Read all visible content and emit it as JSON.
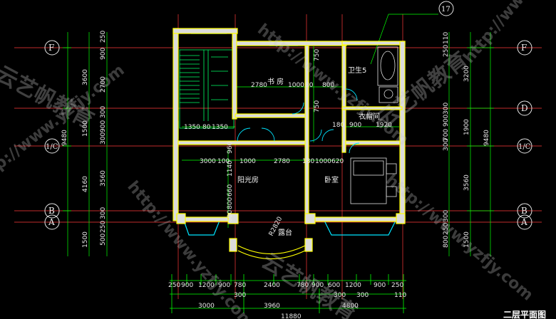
{
  "rooms": {
    "study": "书  房",
    "bath": "卫生5",
    "closet": "衣帽间",
    "sunroom": "阳光房",
    "bedroom": "卧室",
    "terrace": "露台"
  },
  "axes": {
    "F": "F",
    "D": "D",
    "C": "1/C",
    "B": "B",
    "A": "A",
    "callout": "17"
  },
  "dims_top_row": [
    "2780",
    "1000",
    "80",
    "800"
  ],
  "dims_mid_row": [
    "1350",
    "80",
    "1350"
  ],
  "dims_closet_row": [
    "180",
    "900",
    "1920"
  ],
  "dims_lower_row": [
    "3000",
    "100",
    "1000",
    "2780",
    "180",
    "1000",
    "620"
  ],
  "dims_bottom_1": [
    "250",
    "900",
    "1200",
    "900",
    "780",
    "2400",
    "780",
    "900",
    "600",
    "1200",
    "900",
    "250"
  ],
  "dims_bottom_2": [
    "300",
    "300",
    "300",
    "110"
  ],
  "dims_bottom_3": [
    "3000",
    "3960",
    "4800"
  ],
  "dims_bottom_total": "11880",
  "dims_left_outer": [
    "3600",
    "1500",
    "4160",
    "1500"
  ],
  "dims_left_inner": [
    "250",
    "900",
    "2700",
    "300",
    "900",
    "300",
    "3560",
    "300",
    "250",
    "500"
  ],
  "dims_left_total": "9480",
  "dims_right_outer": [
    "3200",
    "1900",
    "3560",
    "1500"
  ],
  "dims_right_inner": [
    "110",
    "250",
    "900",
    "300",
    "700",
    "300",
    "300",
    "250",
    "800"
  ],
  "dims_right_total": "9480",
  "dims_vertical_inner": [
    "750",
    "750",
    "960",
    "1140",
    "660",
    "800",
    "600"
  ],
  "radius_note": "R2820",
  "watermark_url": "http://www.yzfjy.com",
  "watermark_brand": "云艺帆教育",
  "title": "二层平面图",
  "colors": {
    "background": "#000000",
    "wall": "#ffff00",
    "wall_fill": "#dcdcdc",
    "dim": "#00ff00",
    "axis": "#ff3b3b",
    "window": "#00e5ff",
    "stair": "#00ff66"
  }
}
